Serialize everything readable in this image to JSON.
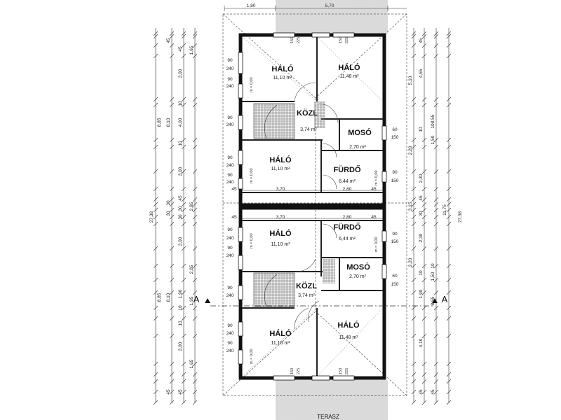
{
  "plan": {
    "rooms": [
      {
        "name": "HÁLÓ",
        "area": "11,10 m²"
      },
      {
        "name": "HÁLÓ",
        "area": "11,48 m²"
      },
      {
        "name": "KÖZL",
        "area": "3,74 m²"
      },
      {
        "name": "MOSÓ",
        "area": "2,70 m²"
      },
      {
        "name": "HÁLÓ",
        "area": "11,10 m²"
      },
      {
        "name": "FÜRDŐ",
        "area": "6,44 m²"
      },
      {
        "name": "HÁLÓ",
        "area": "11,10 m²"
      },
      {
        "name": "FÜRDŐ",
        "area": "6,44 m²"
      },
      {
        "name": "MOSÓ",
        "area": "2,70 m²"
      },
      {
        "name": "KÖZL",
        "area": "3,74 m²"
      },
      {
        "name": "HÁLÓ",
        "area": "11,10 m²"
      },
      {
        "name": "HÁLÓ",
        "area": "11,48 m²"
      }
    ],
    "top_dims": [
      "1,80",
      "5,70"
    ],
    "horizontal_dims": [
      "45",
      "3,70",
      "2,80",
      "45",
      "45",
      "3,70",
      "2,80",
      "45"
    ],
    "window_labels": [
      "90",
      "240",
      "90",
      "240",
      "90",
      "240",
      "90",
      "240",
      "90",
      "240",
      "90",
      "240",
      "90",
      "240",
      "90",
      "240",
      "90",
      "240",
      "90",
      "240"
    ],
    "right_window_labels": [
      "60",
      "150",
      "90",
      "150",
      "90",
      "150",
      "60",
      "150"
    ],
    "door_labels": [
      "150",
      "225",
      "150",
      "225",
      "150",
      "225",
      "150",
      "225"
    ],
    "height_labels": [
      "m = 0,00",
      "m = 0,00",
      "m = 0,00",
      "m = 0,00",
      "m = 0,00",
      "m = 0,00"
    ],
    "left_dims_col1": [
      "45",
      "1,65",
      "3,00",
      "10",
      "4,00",
      "10",
      "3,00",
      "45",
      "30",
      "30",
      "3,00",
      "2,05",
      "1,90",
      "10",
      "1,95",
      "10",
      "3,00",
      "1,65",
      "45"
    ],
    "left_dims_col2": [
      "45",
      "8,85",
      "8,10",
      "30",
      "30",
      "2,85",
      "8,10",
      "8,85",
      "45"
    ],
    "left_total": "27,38",
    "right_dims_col1": [
      "45",
      "5,10",
      "4,55",
      "10",
      "2,20",
      "2,30",
      "45",
      "3,15",
      "30",
      "2,30",
      "2,20",
      "10",
      "1,90",
      "4,10",
      "45"
    ],
    "right_dims_col2": [
      "8,55",
      "1,50",
      "10",
      "11,75",
      "1,50",
      "10",
      "8,55",
      "45"
    ],
    "right_total": "27,38",
    "section_label": "A",
    "terrace_label": "TERASZ"
  }
}
